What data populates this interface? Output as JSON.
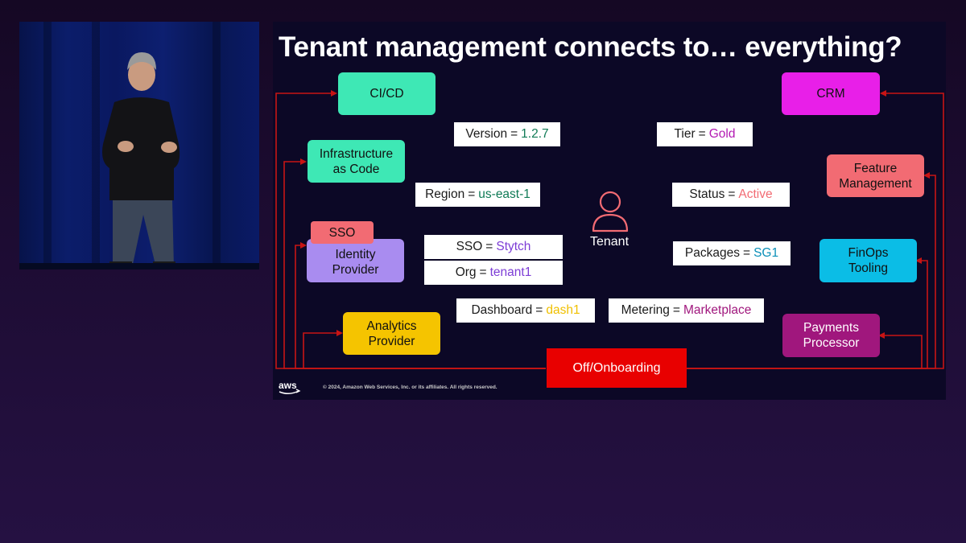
{
  "slide": {
    "title": "Tenant management connects to… everything?",
    "tenant_label": "Tenant",
    "copyright": "© 2024, Amazon Web Services, Inc. or its affiliates. All rights reserved.",
    "logo_text": "aws"
  },
  "services": {
    "cicd": "CI/CD",
    "iac": "Infrastructure\nas Code",
    "sso_tag": "SSO",
    "identity_provider": "Identity\nProvider",
    "analytics": "Analytics\nProvider",
    "crm": "CRM",
    "feature_management": "Feature\nManagement",
    "finops": "FinOps\nTooling",
    "payments": "Payments\nProcessor",
    "offboarding": "Off/Onboarding"
  },
  "attributes": {
    "version": {
      "key": "Version",
      "value": "1.2.7"
    },
    "tier": {
      "key": "Tier",
      "value": "Gold"
    },
    "region": {
      "key": "Region",
      "value": "us-east-1"
    },
    "status": {
      "key": "Status",
      "value": "Active"
    },
    "sso": {
      "key": "SSO",
      "value": "Stytch"
    },
    "org": {
      "key": "Org",
      "value": "tenant1"
    },
    "packages": {
      "key": "Packages",
      "value": "SG1"
    },
    "dashboard": {
      "key": "Dashboard",
      "value": "dash1"
    },
    "metering": {
      "key": "Metering",
      "value": "Marketplace"
    },
    "equals": "="
  },
  "colors": {
    "cicd": "#3ee8b5",
    "iac": "#3ee8b5",
    "identity": "#a98cf0",
    "sso_tag": "#f26b73",
    "analytics": "#f5c400",
    "crm": "#e81fe8",
    "feature": "#f26b73",
    "finops": "#0bbde6",
    "payments": "#a0177d",
    "offboarding": "#e80000",
    "connector": "#c81414",
    "version_value": "#0f7a55",
    "tier_value": "#b319b3",
    "region_value": "#0f7a55",
    "status_value": "#f26b73",
    "sso_value": "#7d3dd6",
    "org_value": "#7d3dd6",
    "packages_value": "#0a8fb8",
    "dashboard_value": "#f0c000",
    "metering_value": "#a0177d"
  }
}
